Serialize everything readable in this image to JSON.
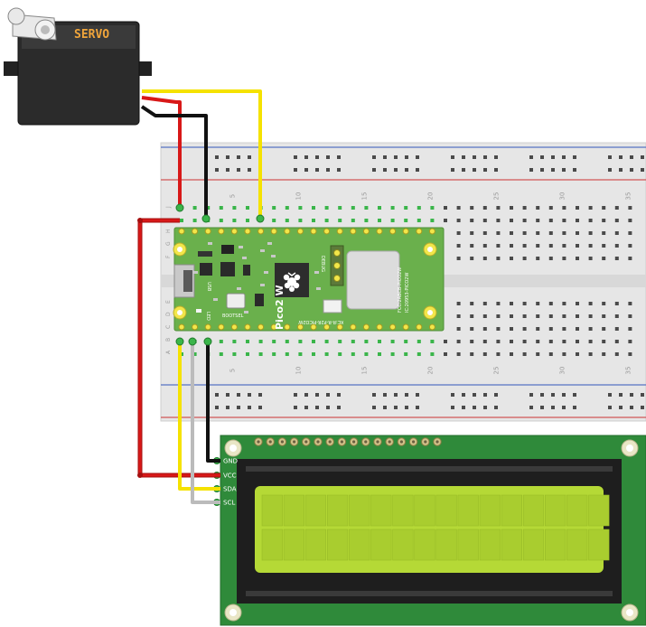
{
  "servo": {
    "label": "SERVO"
  },
  "breadboard": {
    "row_letters_top": [
      "J",
      "I",
      "H",
      "G",
      "F"
    ],
    "row_letters_bottom": [
      "E",
      "D",
      "C",
      "B",
      "A"
    ],
    "column_numbers": [
      "5",
      "10",
      "15",
      "20",
      "25",
      "30",
      "35"
    ]
  },
  "pico": {
    "model": "Pico",
    "model_suffix": "2 W",
    "debug_label": "DEBUG",
    "bootsel_label": "BOOTSEL",
    "led_label": "LED",
    "usb_label": "USB",
    "fcc_text": "FCC:2ABCB-PICO2W",
    "ic_text": "IC:20953-PICO2W",
    "kc_text": "KC:R-R-P2R-PICO2W"
  },
  "lcd": {
    "pins": [
      "GND",
      "VCC",
      "SDA",
      "SCL"
    ],
    "columns": 16,
    "rows": 2
  },
  "colors": {
    "servo_body": "#2b2b2b",
    "servo_label": "#f0a53b",
    "breadboard": "#e8e8e8",
    "rail_red": "#cc3333",
    "rail_blue": "#3355bb",
    "pico_pcb": "#6ab04c",
    "lcd_pcb": "#2f8a3a",
    "lcd_screen": "#b5d936",
    "wire_red": "#d81818",
    "wire_black": "#111111",
    "wire_yellow": "#f5e200",
    "wire_gray": "#bbbbbb"
  }
}
